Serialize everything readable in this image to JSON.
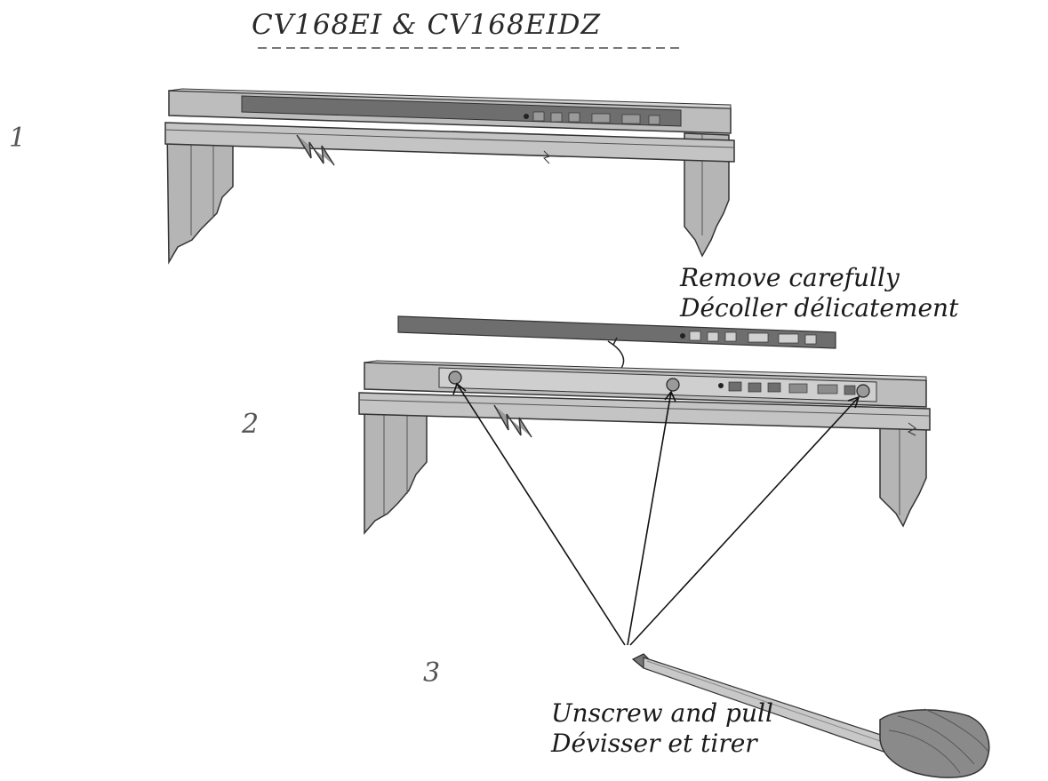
{
  "title": "CV168EI & CV168EIDZ",
  "steps": [
    "1",
    "2",
    "3"
  ],
  "captions": {
    "remove_line1": "Remove carefully",
    "remove_line2": "Décoller délicatement",
    "unscrew_line1": "Unscrew and pull",
    "unscrew_line2": "Dévisser et tirer"
  },
  "colors": {
    "panel": "#b8b8b8",
    "panel_dark": "#8c8c8c",
    "strip": "#6e6e6e",
    "outline": "#333333"
  }
}
